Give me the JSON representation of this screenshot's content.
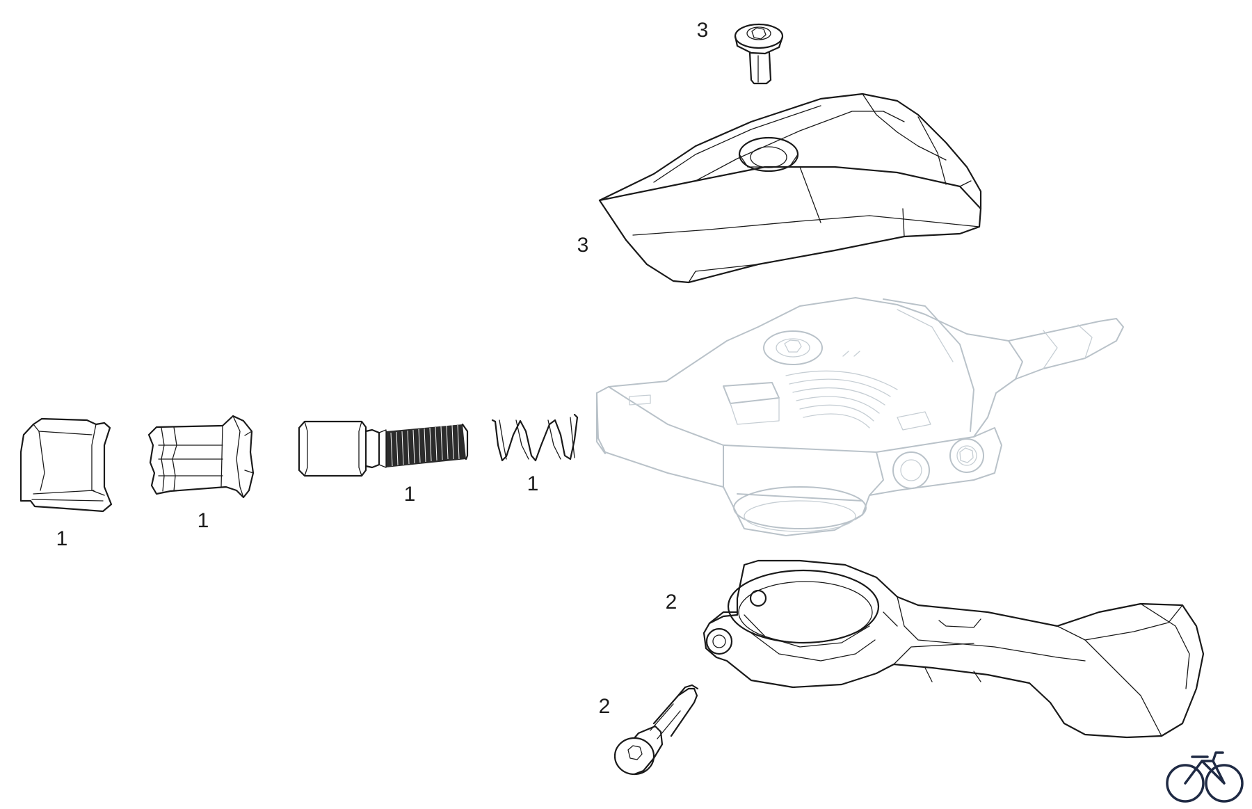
{
  "labels": {
    "top_bolt": "3",
    "cover": "3",
    "barrel_cap": "1",
    "barrel_collar": "1",
    "barrel_screw": "1",
    "spring": "1",
    "clamp": "2",
    "clamp_bolt": "2"
  },
  "logo": {
    "icon": "bicycle-icon"
  }
}
